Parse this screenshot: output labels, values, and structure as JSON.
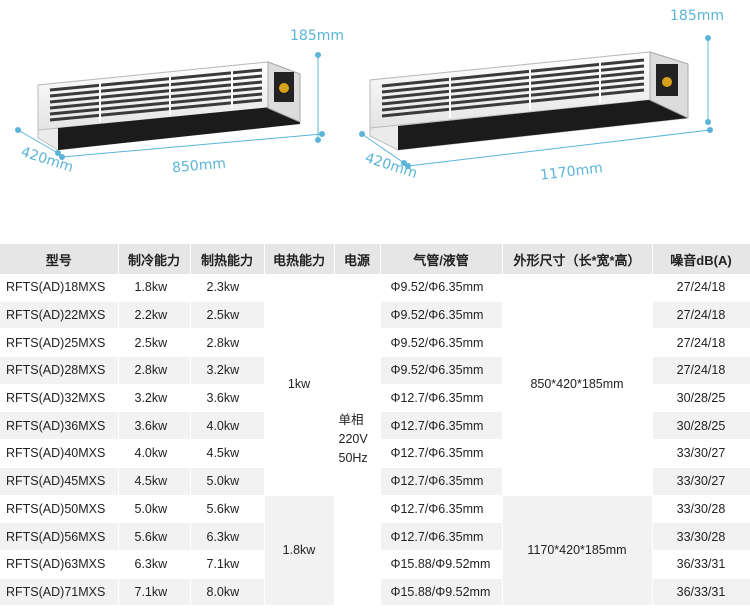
{
  "figure": {
    "left_unit": {
      "height": "185mm",
      "depth": "420mm",
      "width": "850mm"
    },
    "right_unit": {
      "height": "185mm",
      "depth": "420mm",
      "width": "1170mm"
    }
  },
  "table": {
    "headers": [
      "型号",
      "制冷能力",
      "制热能力",
      "电热能力",
      "电源",
      "气管/液管",
      "外形尺寸（长*宽*高）",
      "噪音dB(A)"
    ],
    "rows": [
      {
        "model": "RFTS(AD)18MXS",
        "cool": "1.8kw",
        "heat": "2.3kw",
        "pipe": "Φ9.52/Φ6.35mm",
        "noise": "27/24/18"
      },
      {
        "model": "RFTS(AD)22MXS",
        "cool": "2.2kw",
        "heat": "2.5kw",
        "pipe": "Φ9.52/Φ6.35mm",
        "noise": "27/24/18"
      },
      {
        "model": "RFTS(AD)25MXS",
        "cool": "2.5kw",
        "heat": "2.8kw",
        "pipe": "Φ9.52/Φ6.35mm",
        "noise": "27/24/18"
      },
      {
        "model": "RFTS(AD)28MXS",
        "cool": "2.8kw",
        "heat": "3.2kw",
        "pipe": "Φ9.52/Φ6.35mm",
        "noise": "27/24/18"
      },
      {
        "model": "RFTS(AD)32MXS",
        "cool": "3.2kw",
        "heat": "3.6kw",
        "pipe": "Φ12.7/Φ6.35mm",
        "noise": "30/28/25"
      },
      {
        "model": "RFTS(AD)36MXS",
        "cool": "3.6kw",
        "heat": "4.0kw",
        "pipe": "Φ12.7/Φ6.35mm",
        "noise": "30/28/25"
      },
      {
        "model": "RFTS(AD)40MXS",
        "cool": "4.0kw",
        "heat": "4.5kw",
        "pipe": "Φ12.7/Φ6.35mm",
        "noise": "33/30/27"
      },
      {
        "model": "RFTS(AD)45MXS",
        "cool": "4.5kw",
        "heat": "5.0kw",
        "pipe": "Φ12.7/Φ6.35mm",
        "noise": "33/30/27"
      },
      {
        "model": "RFTS(AD)50MXS",
        "cool": "5.0kw",
        "heat": "5.6kw",
        "pipe": "Φ12.7/Φ6.35mm",
        "noise": "33/30/28"
      },
      {
        "model": "RFTS(AD)56MXS",
        "cool": "5.6kw",
        "heat": "6.3kw",
        "pipe": "Φ12.7/Φ6.35mm",
        "noise": "33/30/28"
      },
      {
        "model": "RFTS(AD)63MXS",
        "cool": "6.3kw",
        "heat": "7.1kw",
        "pipe": "Φ15.88/Φ9.52mm",
        "noise": "36/33/31"
      },
      {
        "model": "RFTS(AD)71MXS",
        "cool": "7.1kw",
        "heat": "8.0kw",
        "pipe": "Φ15.88/Φ9.52mm",
        "noise": "36/33/31"
      }
    ],
    "electric_heat_groups": [
      "1kw",
      "1.8kw"
    ],
    "power_lines": [
      "单相",
      "220V",
      "50Hz"
    ],
    "dimension_groups": [
      "850*420*185mm",
      "1170*420*185mm"
    ]
  }
}
